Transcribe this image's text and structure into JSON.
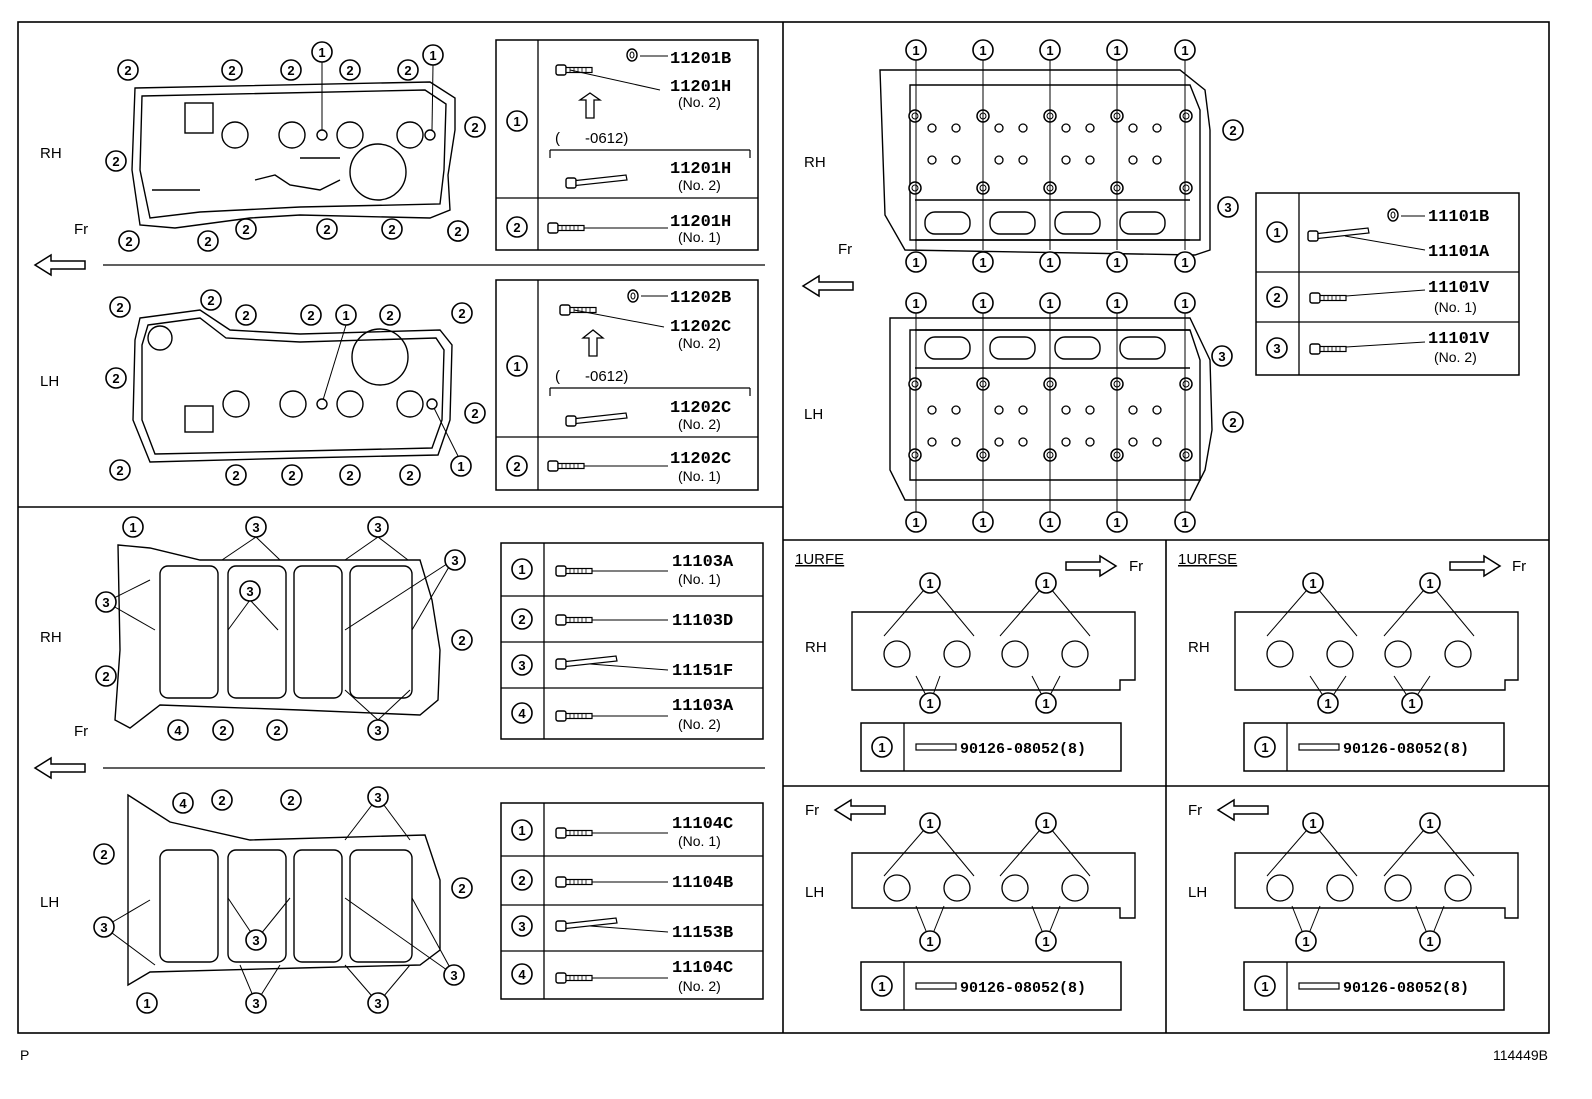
{
  "footer": {
    "left": "P",
    "right": "114449B"
  },
  "panels": {
    "cam_cover": {
      "rh": "RH",
      "lh": "LH",
      "fr": "Fr",
      "rh_table": {
        "rows": [
          {
            "num": "1",
            "bolt_a": "11201B",
            "bolt_b": "11201H",
            "bolt_b_sub": "(No. 2)",
            "date": "(      -0612)",
            "bolt_c": "11201H",
            "bolt_c_sub": "(No. 2)"
          },
          {
            "num": "2",
            "bolt": "11201H",
            "sub": "(No. 1)"
          }
        ]
      },
      "lh_table": {
        "rows": [
          {
            "num": "1",
            "bolt_a": "11202B",
            "bolt_b": "11202C",
            "bolt_b_sub": "(No. 2)",
            "date": "(      -0612)",
            "bolt_c": "11202C",
            "bolt_c_sub": "(No. 2)"
          },
          {
            "num": "2",
            "bolt": "11202C",
            "sub": "(No. 1)"
          }
        ]
      }
    },
    "head": {
      "rh": "RH",
      "lh": "LH",
      "fr": "Fr",
      "table": {
        "rows": [
          {
            "num": "1",
            "bolt_a": "11101B",
            "bolt_b": "11101A"
          },
          {
            "num": "2",
            "bolt": "11101V",
            "sub": "(No. 1)"
          },
          {
            "num": "3",
            "bolt": "11101V",
            "sub": "(No. 2)"
          }
        ]
      }
    },
    "cam_housing": {
      "rh": "RH",
      "lh": "LH",
      "fr": "Fr",
      "rh_table": [
        {
          "num": "1",
          "bolt": "11103A",
          "sub": "(No. 1)"
        },
        {
          "num": "2",
          "bolt": "11103D",
          "sub": ""
        },
        {
          "num": "3",
          "bolt": "11151F",
          "sub": ""
        },
        {
          "num": "4",
          "bolt": "11103A",
          "sub": "(No. 2)"
        }
      ],
      "lh_table": [
        {
          "num": "1",
          "bolt": "11104C",
          "sub": "(No. 1)"
        },
        {
          "num": "2",
          "bolt": "11104B",
          "sub": ""
        },
        {
          "num": "3",
          "bolt": "11153B",
          "sub": ""
        },
        {
          "num": "4",
          "bolt": "11104C",
          "sub": "(No. 2)"
        }
      ]
    },
    "manifold": {
      "engine_a": "1URFE",
      "engine_b": "1URFSE",
      "rh": "RH",
      "lh": "LH",
      "fr": "Fr",
      "stud_num": "1",
      "stud_part": "90126-08052(8)"
    }
  }
}
